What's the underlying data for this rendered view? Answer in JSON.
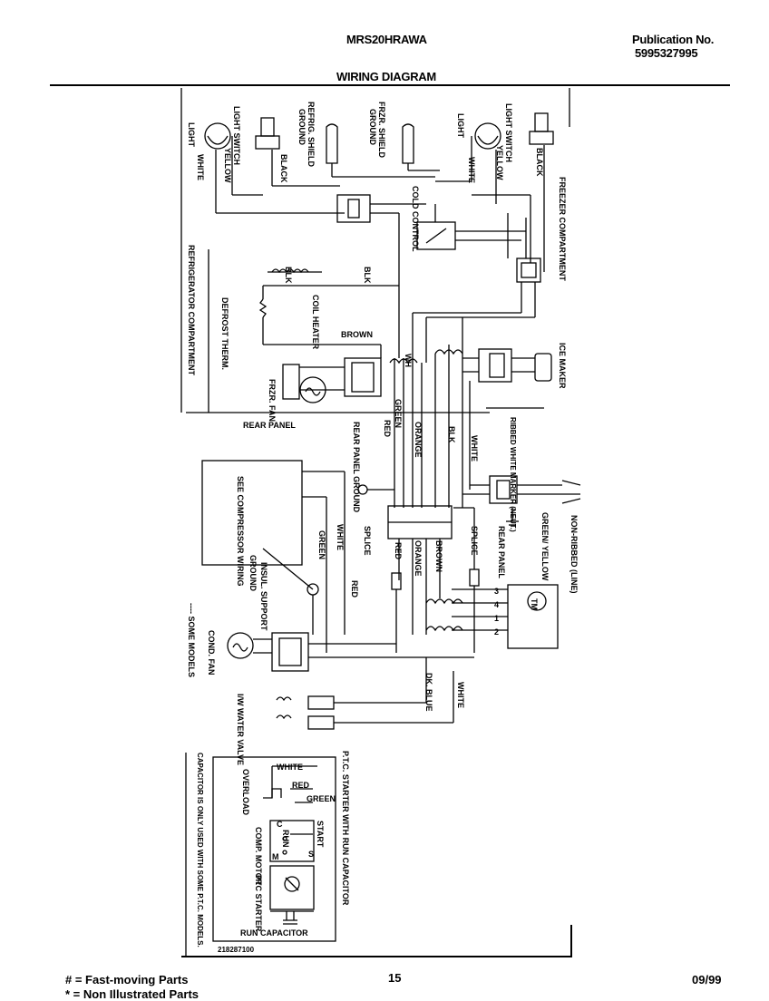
{
  "header": {
    "model": "MRS20HRAWA",
    "publication_label": "Publication No.",
    "publication_number": "5995327995",
    "title": "WIRING DIAGRAM"
  },
  "diagram": {
    "labels": {
      "light_r": "LIGHT",
      "white_r": "WHITE",
      "light_switch_r": "LIGHT SWITCH",
      "yellow_r": "YELLOW",
      "black_r": "BLACK",
      "refrig_shield": "REFRIG. SHIELD",
      "refrig_ground": "GROUND",
      "frzr_shield": "FRZR. SHIELD",
      "frzr_ground": "GROUND",
      "light_f": "LIGHT",
      "white_f": "WHITE",
      "light_switch_f": "LIGHT SWITCH",
      "yellow_f": "YELLOW",
      "black_f": "BLACK",
      "freezer_compartment": "FREEZER COMPARTMENT",
      "cold_control": "COLD CONTROL",
      "refrigerator_compartment": "REFRIGERATOR COMPARTMENT",
      "blk1": "BLK",
      "blk2": "BLK",
      "coil_heater": "COIL HEATER",
      "defrost_therm": "DEFROST THERM.",
      "brown1": "BROWN",
      "frzr_fan": "FRZR. FAN",
      "wh": "WH",
      "ice_maker": "ICE MAKER",
      "rear_panel": "REAR PANEL",
      "rear_panel_ground": "REAR PANEL GROUND",
      "green1": "GREEN",
      "red1": "RED",
      "orange1": "ORANGE",
      "blk3": "BLK",
      "white3": "WHITE",
      "ribbed": "RIBBED WHITE MARKER (NEUT.)",
      "see_compressor": "SEE COMPRESSOR WIRING",
      "white4": "WHITE",
      "green2": "GREEN",
      "splice1": "SPLICE",
      "red2": "RED",
      "orange2": "ORANGE",
      "brown2": "BROWN",
      "splice2": "SPLICE",
      "rear_panel2": "REAR PANEL",
      "green_yellow": "GREEN/ YELLOW",
      "non_ribbed": "NON-RIBBED (LINE)",
      "insul_support": "INSUL. SUPPORT",
      "ground": "GROUND",
      "red3": "RED",
      "tm": "TM",
      "t3": "3",
      "t4": "4",
      "t1": "1",
      "t2": "2",
      "some_models": "---- SOME MODELS",
      "cond_fan": "COND. FAN",
      "iw_water_valve": "I/W WATER VALVE",
      "dk_blue": "DK. BLUE",
      "white5": "WHITE"
    },
    "inset": {
      "title": "P.T.C. STARTER WITH RUN CAPACITOR",
      "white": "WHITE",
      "red": "RED",
      "green": "GREEN",
      "overload": "OVERLOAD",
      "start": "START",
      "run": "RUN",
      "c": "C",
      "s": "S",
      "m": "M",
      "comp_motor": "COMP. MOTOR",
      "ptc_starter": "PTC STARTER",
      "run_capacitor": "RUN CAPACITOR",
      "note": "CAPACITOR IS ONLY USED WITH SOME P.T.C. MODELS."
    },
    "drawing_number": "218287100"
  },
  "footer": {
    "legend_1": "# = Fast-moving Parts",
    "legend_2": "* = Non Illustrated Parts",
    "page_number": "15",
    "date": "09/99"
  }
}
